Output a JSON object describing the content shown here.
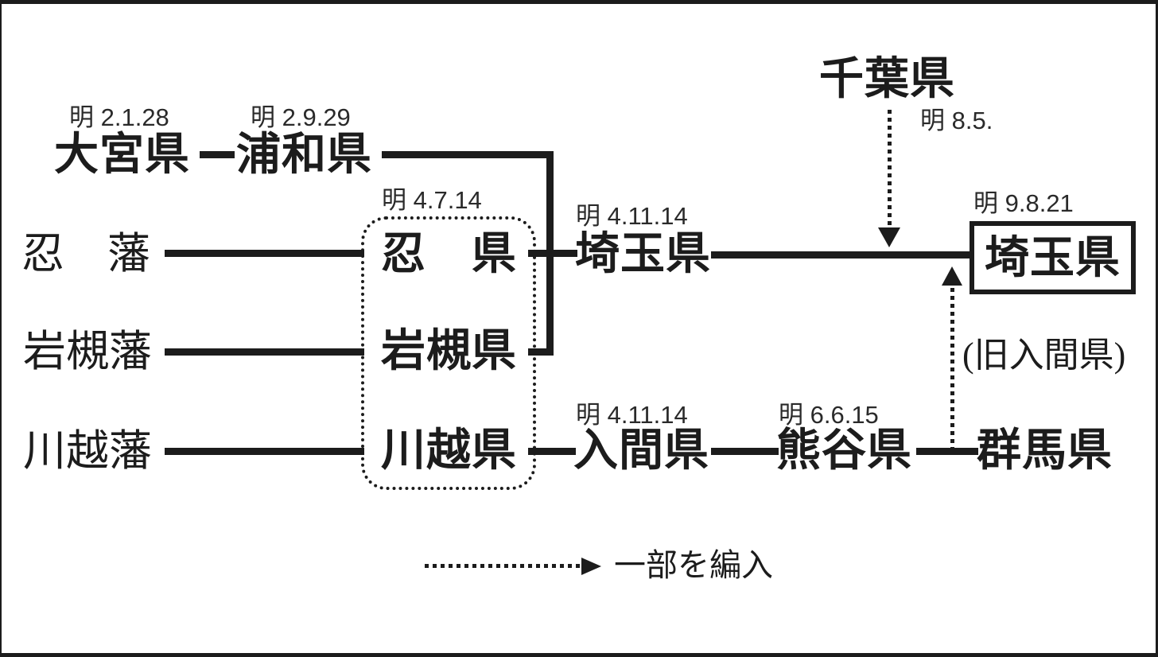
{
  "colors": {
    "ink": "#1c1c1c",
    "background": "#ffffff"
  },
  "urawa_row": {
    "omiya_date": "明 2.1.28",
    "omiya_name": "大宮県",
    "urawa_date": "明 2.9.29",
    "urawa_name": "浦和県"
  },
  "domains": {
    "oshi_han": "忍　藩",
    "iwatsuki_han": "岩槻藩",
    "kawagoe_han": "川越藩"
  },
  "merged_box": {
    "date": "明 4.7.14",
    "oshi_ken": "忍　県",
    "iwatsuki_ken": "岩槻県",
    "kawagoe_ken": "川越県"
  },
  "saitama_first": {
    "date": "明 4.11.14",
    "name": "埼玉県"
  },
  "chiba": {
    "name": "千葉県",
    "date": "明 8.5."
  },
  "saitama_final": {
    "date": "明 9.8.21",
    "name": "埼玉県"
  },
  "iruma_row": {
    "iruma_date": "明 4.11.14",
    "iruma_name": "入間県",
    "kumagaya_date": "明 6.6.15",
    "kumagaya_name": "熊谷県",
    "gunma_name": "群馬県",
    "old_iruma_note": "(旧入間県)"
  },
  "legend": {
    "label": "一部を編入"
  }
}
